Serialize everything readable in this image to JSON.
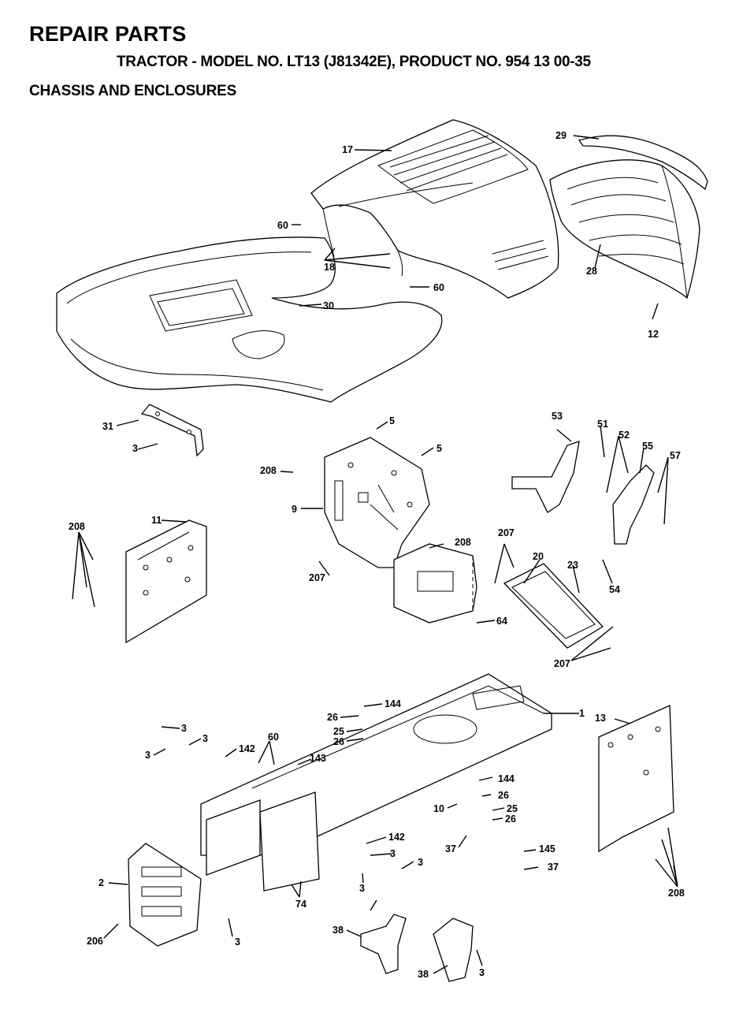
{
  "header": {
    "title": "REPAIR PARTS",
    "subtitle": "TRACTOR - MODEL NO. LT13 (J81342E), PRODUCT NO. 954 13 00-35",
    "section": "CHASSIS AND ENCLOSURES"
  },
  "callouts": [
    {
      "id": "c17",
      "text": "17"
    },
    {
      "id": "c29",
      "text": "29"
    },
    {
      "id": "c60a",
      "text": "60"
    },
    {
      "id": "c18",
      "text": "18"
    },
    {
      "id": "c60b",
      "text": "60"
    },
    {
      "id": "c30",
      "text": "30"
    },
    {
      "id": "c28",
      "text": "28"
    },
    {
      "id": "c12",
      "text": "12"
    },
    {
      "id": "c31",
      "text": "31"
    },
    {
      "id": "c3a",
      "text": "3"
    },
    {
      "id": "c5a",
      "text": "5"
    },
    {
      "id": "c5b",
      "text": "5"
    },
    {
      "id": "c208a",
      "text": "208"
    },
    {
      "id": "c9",
      "text": "9"
    },
    {
      "id": "c53",
      "text": "53"
    },
    {
      "id": "c51",
      "text": "51"
    },
    {
      "id": "c52",
      "text": "52"
    },
    {
      "id": "c55",
      "text": "55"
    },
    {
      "id": "c57",
      "text": "57"
    },
    {
      "id": "c208b",
      "text": "208"
    },
    {
      "id": "c11",
      "text": "11"
    },
    {
      "id": "c208c",
      "text": "208"
    },
    {
      "id": "c207a",
      "text": "207"
    },
    {
      "id": "c207b",
      "text": "207"
    },
    {
      "id": "c20",
      "text": "20"
    },
    {
      "id": "c23",
      "text": "23"
    },
    {
      "id": "c54",
      "text": "54"
    },
    {
      "id": "c64",
      "text": "64"
    },
    {
      "id": "c207c",
      "text": "207"
    },
    {
      "id": "c144a",
      "text": "144"
    },
    {
      "id": "c26a",
      "text": "26"
    },
    {
      "id": "c25a",
      "text": "25"
    },
    {
      "id": "c26b",
      "text": "26"
    },
    {
      "id": "c1",
      "text": "1"
    },
    {
      "id": "c13",
      "text": "13"
    },
    {
      "id": "c3b",
      "text": "3"
    },
    {
      "id": "c3c",
      "text": "3"
    },
    {
      "id": "c3d",
      "text": "3"
    },
    {
      "id": "c60c",
      "text": "60"
    },
    {
      "id": "c142a",
      "text": "142"
    },
    {
      "id": "c143",
      "text": "143"
    },
    {
      "id": "c144b",
      "text": "144"
    },
    {
      "id": "c26c",
      "text": "26"
    },
    {
      "id": "c10",
      "text": "10"
    },
    {
      "id": "c25b",
      "text": "25"
    },
    {
      "id": "c26d",
      "text": "26"
    },
    {
      "id": "c142b",
      "text": "142"
    },
    {
      "id": "c37a",
      "text": "37"
    },
    {
      "id": "c145",
      "text": "145"
    },
    {
      "id": "c37b",
      "text": "37"
    },
    {
      "id": "c3e",
      "text": "3"
    },
    {
      "id": "c3f",
      "text": "3"
    },
    {
      "id": "c2",
      "text": "2"
    },
    {
      "id": "c74",
      "text": "74"
    },
    {
      "id": "c208d",
      "text": "208"
    },
    {
      "id": "c206",
      "text": "206"
    },
    {
      "id": "c3g",
      "text": "3"
    },
    {
      "id": "c3h",
      "text": "3"
    },
    {
      "id": "c38a",
      "text": "38"
    },
    {
      "id": "c38b",
      "text": "38"
    },
    {
      "id": "c3i",
      "text": "3"
    }
  ]
}
